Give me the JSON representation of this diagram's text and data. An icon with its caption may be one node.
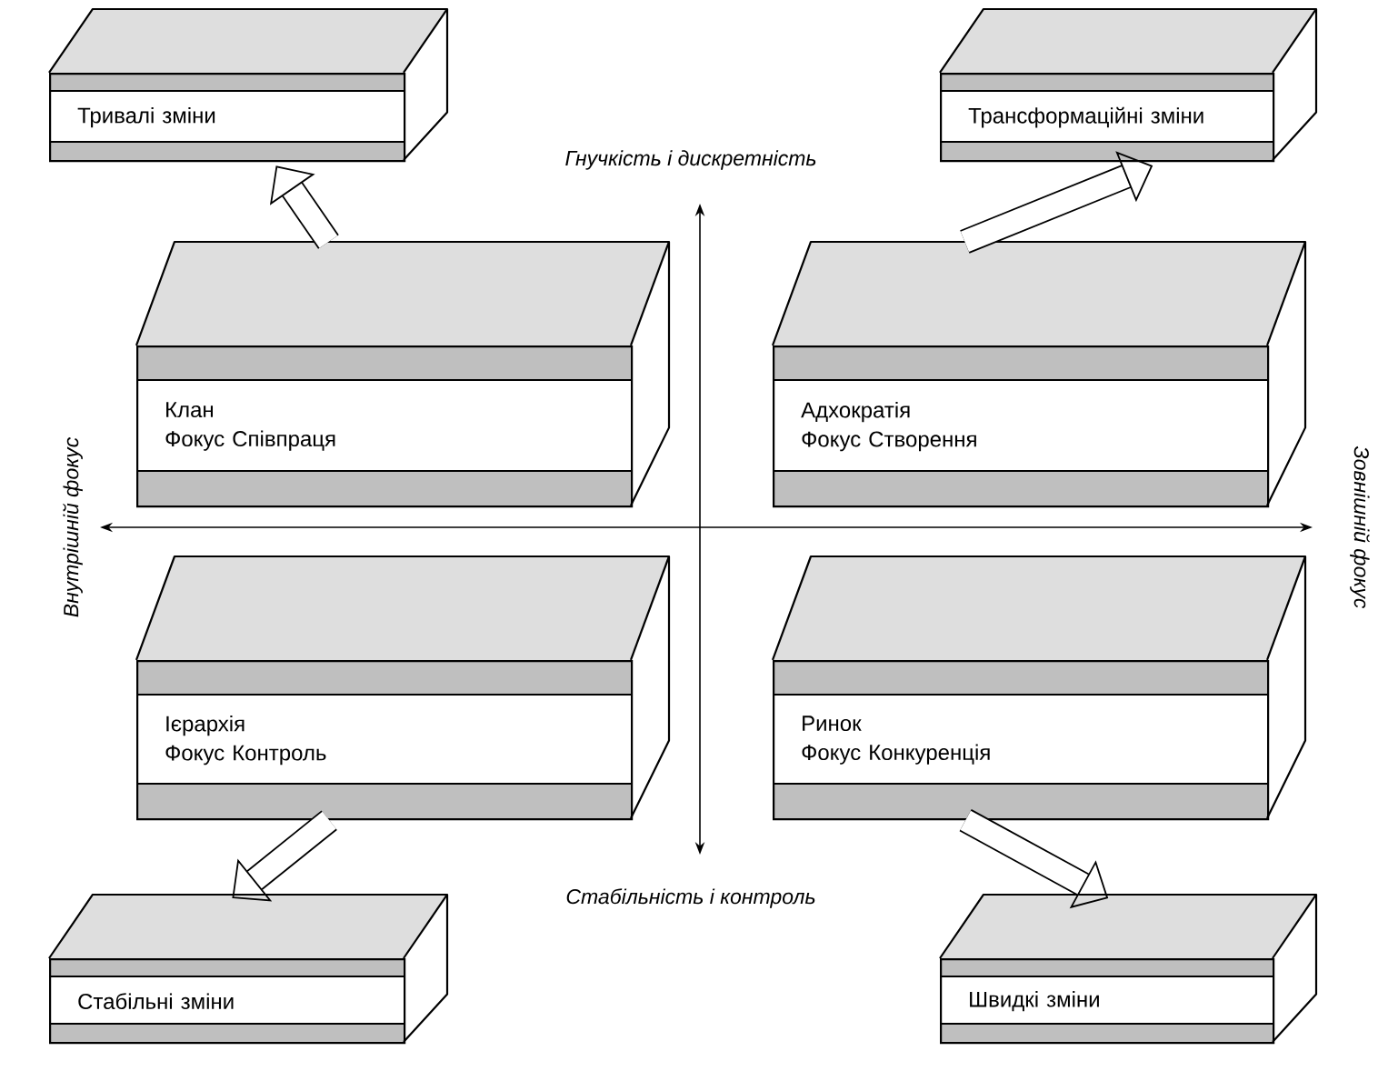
{
  "diagram": {
    "nodes": [
      {
        "text": [
          "Тривалі зміни"
        ]
      },
      {
        "text": [
          "Трансформаційні зміни"
        ]
      },
      {
        "text": [
          "Клан",
          "Фокус Співпраця"
        ]
      },
      {
        "text": [
          "Адхократія",
          "Фокус Створення"
        ]
      },
      {
        "text": [
          "Ієрархія",
          "Фокус Контроль"
        ]
      },
      {
        "text": [
          "Ринок",
          "Фокус Конкуренція"
        ]
      },
      {
        "text": [
          "Стабільні зміни"
        ]
      },
      {
        "text": [
          "Швидкі зміни"
        ]
      }
    ],
    "edges": [
      {
        "from": 2,
        "to": 0,
        "arrow": "to"
      },
      {
        "from": 3,
        "to": 1,
        "arrow": "to"
      },
      {
        "from": 4,
        "to": 6,
        "arrow": "to"
      },
      {
        "from": 5,
        "to": 7,
        "arrow": "to"
      }
    ],
    "labels": [
      "Гнучкість і дискретність",
      "Внутрішній фокус",
      "Зовнішній фокус",
      "Стабільність і контроль"
    ]
  }
}
